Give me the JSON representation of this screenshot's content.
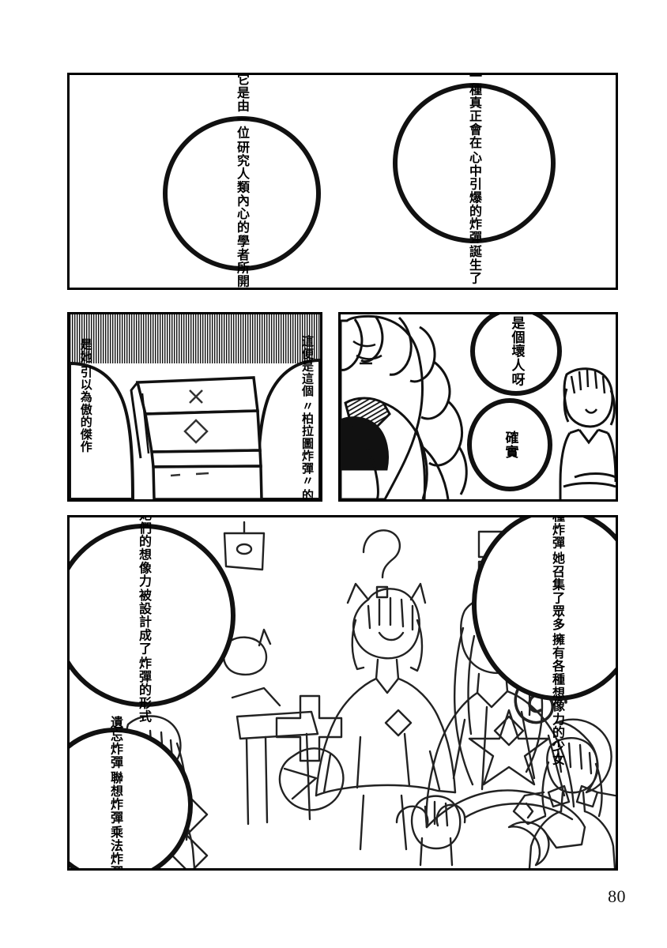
{
  "page": {
    "number": "80",
    "type": "manga-page",
    "language": "zh-Hant",
    "ink_color": "#000000",
    "paper_color": "#ffffff"
  },
  "panels": [
    {
      "id": "panel-1",
      "name": "narration-panel-top",
      "balloons": [
        {
          "id": "balloon-1a",
          "name": "narration-balloon-origin",
          "columns": [
            "它是由一位",
            "研究人類內心的",
            "學者所開發的"
          ],
          "text": "它是由一位研究人類內心的學者所開發的"
        },
        {
          "id": "balloon-1b",
          "name": "narration-balloon-birth",
          "columns": [
            "最終",
            "一種真正會在",
            "心中引爆的炸彈",
            "誕生了"
          ],
          "text": "最終一種真正會在心中引爆的炸彈誕生了"
        }
      ]
    },
    {
      "id": "panel-2",
      "name": "staircase-panel",
      "scene": "dark stairwell with hatched ceiling and stepped platform marked with an X and a diamond",
      "texts": [
        {
          "id": "text-2a",
          "name": "narration-text-masterpiece",
          "columns": [
            "是她",
            "引以為傲的傑作"
          ],
          "text": "是她引以為傲的傑作"
        },
        {
          "id": "text-2b",
          "name": "narration-text-plato-bomb-origin",
          "columns": [
            "這便是這個",
            "〃柏拉圖炸彈〃",
            "的由來"
          ],
          "text": "這便是這個〃柏拉圖炸彈〃的由來"
        }
      ]
    },
    {
      "id": "panel-3",
      "name": "two-characters-panel",
      "scene": "long-haired girl in a jacket on the left and a short-haired girl on the right",
      "balloons": [
        {
          "id": "balloon-3a",
          "name": "dialogue-balloon-bad-person",
          "columns": [
            "是個壞人呀"
          ],
          "text": "是個壞人呀"
        },
        {
          "id": "balloon-3b",
          "name": "dialogue-balloon-indeed",
          "columns": [
            "確實"
          ],
          "text": "確實"
        }
      ]
    },
    {
      "id": "panel-4",
      "name": "sketch-girls-panel",
      "scene": "rough pencil sketch of several girls surrounded by doodled symbols: question mark, cat head, window panes, cross, star, spiral, crescent moons, X mark and diamonds",
      "balloons": [
        {
          "id": "balloon-4a",
          "name": "narration-balloon-imagination-shaped",
          "columns": [
            "她們的想像力",
            "被設計成了",
            "炸彈的形式"
          ],
          "text": "她們的想像力被設計成了炸彈的形式"
        },
        {
          "id": "balloon-4b",
          "name": "narration-balloon-bomb-names",
          "columns": [
            "遺忘炸彈",
            "聯想炸彈",
            "乘法炸彈⋯"
          ],
          "text": "遺忘炸彈聯想炸彈乘法炸彈⋯"
        },
        {
          "id": "balloon-4c",
          "name": "narration-balloon-gathered-girls",
          "columns": [
            "為了開發這種炸彈",
            "她召集了眾多",
            "擁有各種想像力的少女"
          ],
          "text": "為了開發這種炸彈她召集了眾多擁有各種想像力的少女"
        }
      ]
    }
  ]
}
